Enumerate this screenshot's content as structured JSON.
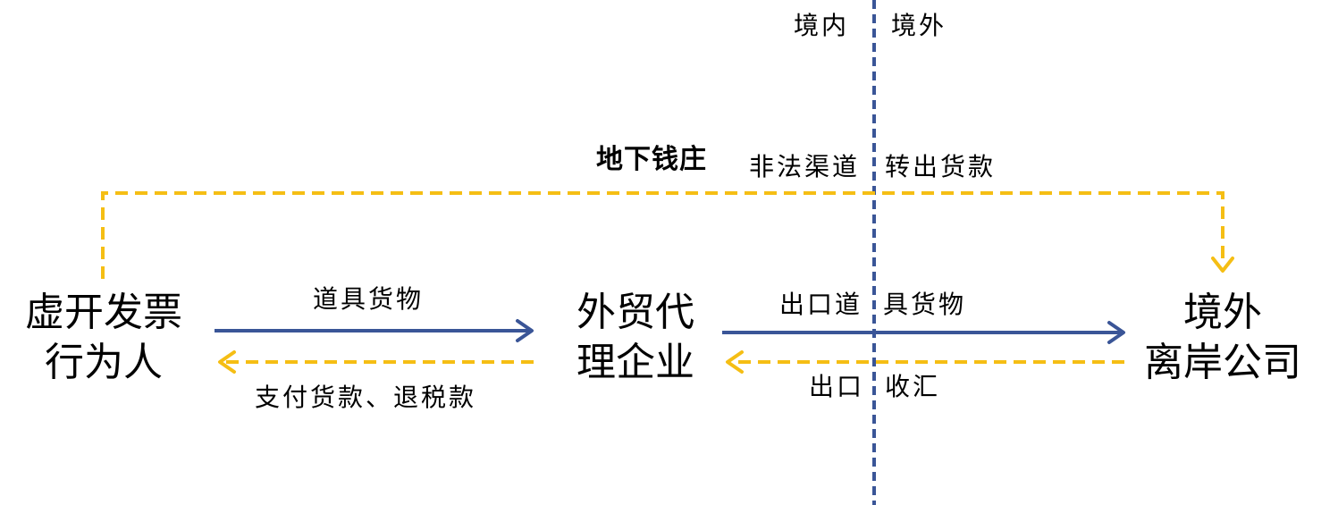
{
  "regions": {
    "domestic": "境内",
    "overseas": "境外"
  },
  "nodes": {
    "issuer": [
      "虚开发票",
      "行为人"
    ],
    "agent": [
      "外贸代",
      "理企业"
    ],
    "offshore": [
      "境外",
      "离岸公司"
    ]
  },
  "underground_bank": {
    "name": "地下钱庄",
    "path_left": "非法渠道",
    "path_right": "转出货款"
  },
  "flows": {
    "issuer_to_agent": "道具货物",
    "agent_to_issuer": "支付货款、退税款",
    "export_goods_left": "出口道",
    "export_goods_right": "具货物",
    "export_fx_left": "出口",
    "export_fx_right": "收汇"
  },
  "colors": {
    "blue": "#3a5597",
    "gold": "#f5be14",
    "text": "#000000"
  }
}
